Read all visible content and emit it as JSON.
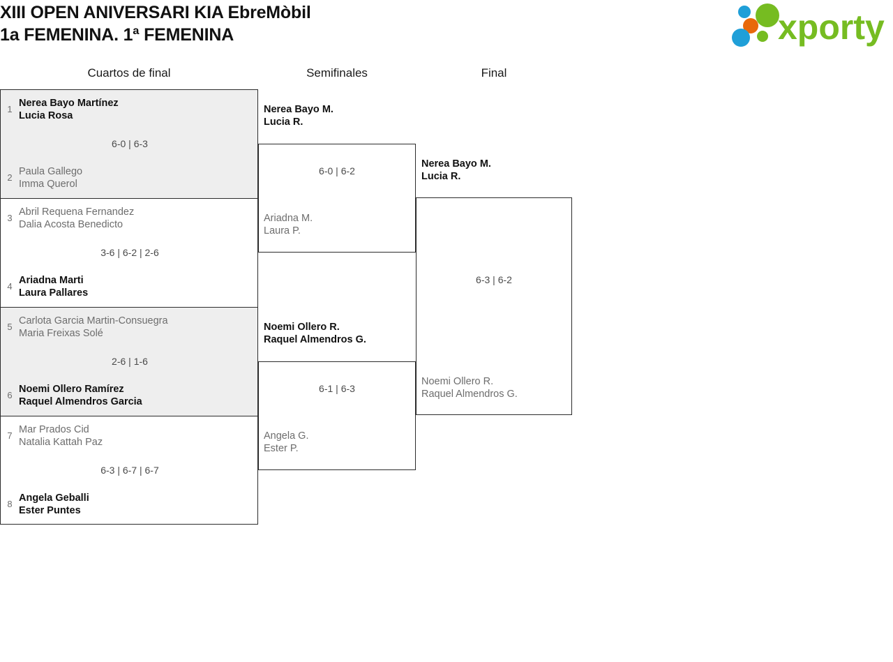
{
  "header": {
    "title_line1": "XIII OPEN ANIVERSARI KIA EbreMòbil",
    "title_line2": "1a FEMENINA. 1ª FEMENINA",
    "logo_text": "xporty",
    "logo_colors": {
      "green": "#76bc21",
      "blue": "#1f9fd8",
      "orange": "#e8690b"
    }
  },
  "rounds": [
    {
      "label": "Cuartos de final"
    },
    {
      "label": "Semifinales"
    },
    {
      "label": "Final"
    }
  ],
  "quarterfinals": [
    {
      "shaded": true,
      "score": "6-0 | 6-3",
      "top": {
        "seed": "1",
        "line1": "Nerea Bayo Martínez",
        "line2": "Lucia Rosa",
        "winner": true
      },
      "bottom": {
        "seed": "2",
        "line1": "Paula Gallego",
        "line2": "Imma Querol",
        "winner": false
      }
    },
    {
      "shaded": false,
      "score": "3-6 | 6-2 | 2-6",
      "top": {
        "seed": "3",
        "line1": "Abril Requena Fernandez",
        "line2": "Dalia Acosta Benedicto",
        "winner": false
      },
      "bottom": {
        "seed": "4",
        "line1": "Ariadna Marti",
        "line2": "Laura Pallares",
        "winner": true
      }
    },
    {
      "shaded": true,
      "score": "2-6 | 1-6",
      "top": {
        "seed": "5",
        "line1": "Carlota Garcia Martin-Consuegra",
        "line2": "Maria Freixas Solé",
        "winner": false
      },
      "bottom": {
        "seed": "6",
        "line1": "Noemi Ollero Ramírez",
        "line2": "Raquel Almendros Garcia",
        "winner": true
      }
    },
    {
      "shaded": false,
      "score": "6-3 | 6-7 | 6-7",
      "top": {
        "seed": "7",
        "line1": "Mar Prados Cid",
        "line2": "Natalia Kattah Paz",
        "winner": false
      },
      "bottom": {
        "seed": "8",
        "line1": "Angela Geballi",
        "line2": "Ester Puntes",
        "winner": true
      }
    }
  ],
  "semifinals": [
    {
      "score": "6-0 | 6-2",
      "top": {
        "line1": "Nerea Bayo M.",
        "line2": "Lucia R.",
        "winner": true
      },
      "bottom": {
        "line1": "Ariadna M.",
        "line2": "Laura P.",
        "winner": false
      }
    },
    {
      "score": "6-1 | 6-3",
      "top": {
        "line1": "Noemi Ollero R.",
        "line2": "Raquel Almendros G.",
        "winner": true
      },
      "bottom": {
        "line1": "Angela G.",
        "line2": "Ester P.",
        "winner": false
      }
    }
  ],
  "final": {
    "score": "6-3 | 6-2",
    "top": {
      "line1": "Nerea Bayo M.",
      "line2": "Lucia R.",
      "winner": true
    },
    "bottom": {
      "line1": "Noemi Ollero R.",
      "line2": "Raquel Almendros G.",
      "winner": false
    }
  }
}
